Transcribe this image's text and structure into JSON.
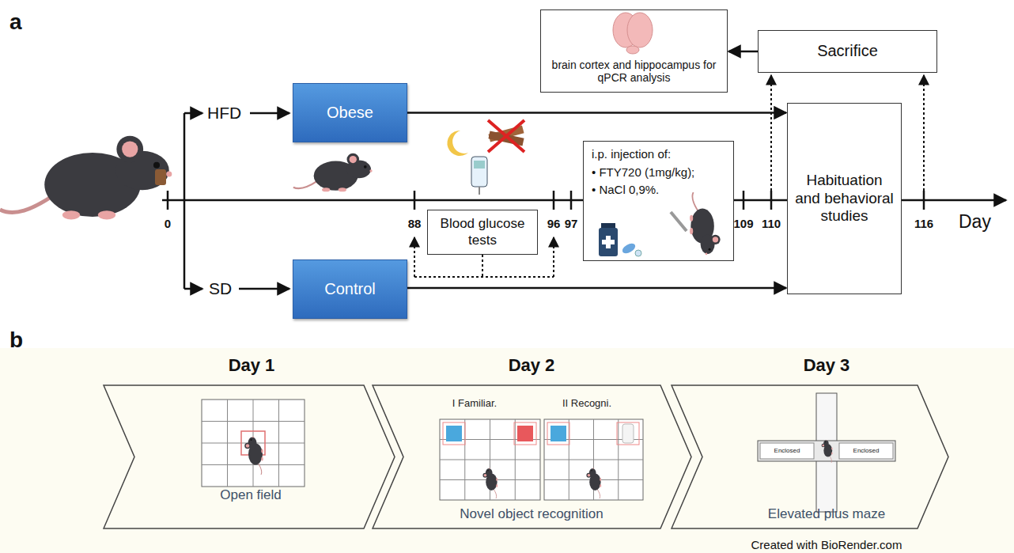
{
  "diagram": {
    "nodes": [
      {
        "text": [
          "Obese"
        ]
      },
      {
        "text": [
          "Control"
        ]
      },
      {
        "text": [
          "Blood glucose tests"
        ]
      },
      {
        "text": [
          "i.p. injection of:",
          "• FTY720 (1mg/kg);",
          "• NaCl 0,9%."
        ]
      },
      {
        "text": [
          "brain cortex and hippocampus for qPCR analysis"
        ]
      },
      {
        "text": [
          "Sacrifice"
        ]
      },
      {
        "text": [
          "Habituation and behavioral studies"
        ]
      },
      {
        "text": [
          "Day 1",
          "Open field"
        ]
      },
      {
        "text": [
          "Day 2",
          "I Familiar.",
          "II Recogni.",
          "Novel object recognition"
        ]
      },
      {
        "text": [
          "Day 3",
          "Enclosed",
          "Enclosed",
          "Elevated plus maze"
        ]
      }
    ],
    "edges": [
      {
        "from": 0,
        "to": 6,
        "arrow": "to"
      },
      {
        "from": 1,
        "to": 6,
        "arrow": "to"
      },
      {
        "from": 5,
        "to": 4,
        "arrow": "to"
      }
    ],
    "labels": [
      "a",
      "HFD",
      "SD",
      "0",
      "88",
      "96",
      "97",
      "109",
      "110",
      "116",
      "Day",
      "b",
      "Created with BioRender.com"
    ]
  }
}
